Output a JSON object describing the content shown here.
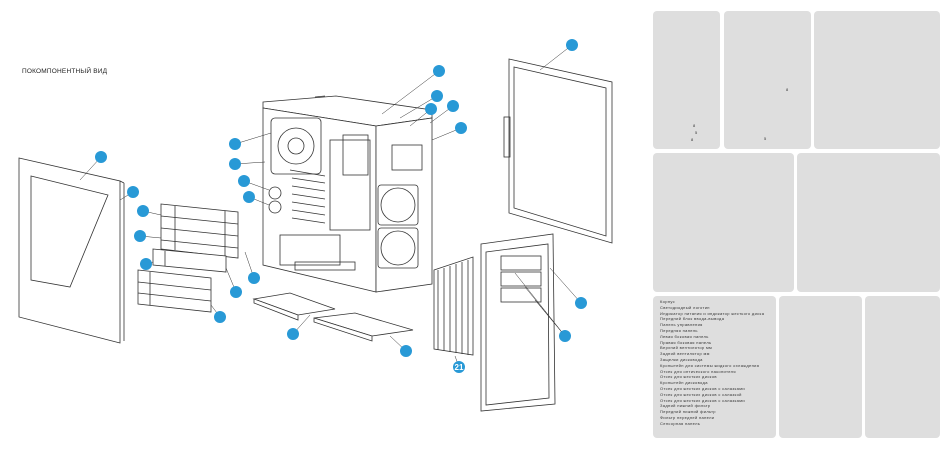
{
  "page": {
    "title": "ПОКОМПОНЕНТНЫЙ ВИД"
  },
  "callouts": [
    {
      "label": ""
    },
    {
      "label": ""
    },
    {
      "label": ""
    },
    {
      "label": ""
    },
    {
      "label": ""
    },
    {
      "label": ""
    },
    {
      "label": ""
    },
    {
      "label": ""
    },
    {
      "label": ""
    },
    {
      "label": ""
    },
    {
      "label": ""
    },
    {
      "label": ""
    },
    {
      "label": ""
    },
    {
      "label": ""
    },
    {
      "label": ""
    },
    {
      "label": ""
    },
    {
      "label": ""
    },
    {
      "label": ""
    },
    {
      "label": ""
    },
    {
      "label": ""
    },
    {
      "label": "21"
    }
  ],
  "panels": {
    "p1_chars": [
      "8",
      "5",
      "8"
    ],
    "p2_chars": [
      "8",
      "5"
    ]
  },
  "legend": {
    "rows": [
      "Корпус",
      "Светодиодный логотип",
      "Индикатор питания и индикатор жесткого диска",
      "Передний блок ввода-вывода",
      "Панель управления",
      "Передняя панель",
      "Левая боковая панель",
      "Правая боковая панель",
      "Верхний вентилятор         мм",
      "   Задний вентилятор         мм",
      "   Защелки дисковода",
      "   Кронштейн для системы жидкого охлаждения",
      "   Отсек для оптического накопителя",
      "   Отсек для жестких дисков",
      "   Кронштейн дисковода",
      "   Отсек для жестких дисков с      салазками",
      "   Отсек для жестких дисков с      салазкой",
      "   Отсек для жестких дисков с      салазками",
      "   Задний нижний фильтр",
      "   Передний нижний фильтр",
      "   Фильтр передней панели",
      "   Сенсорная панель"
    ]
  }
}
